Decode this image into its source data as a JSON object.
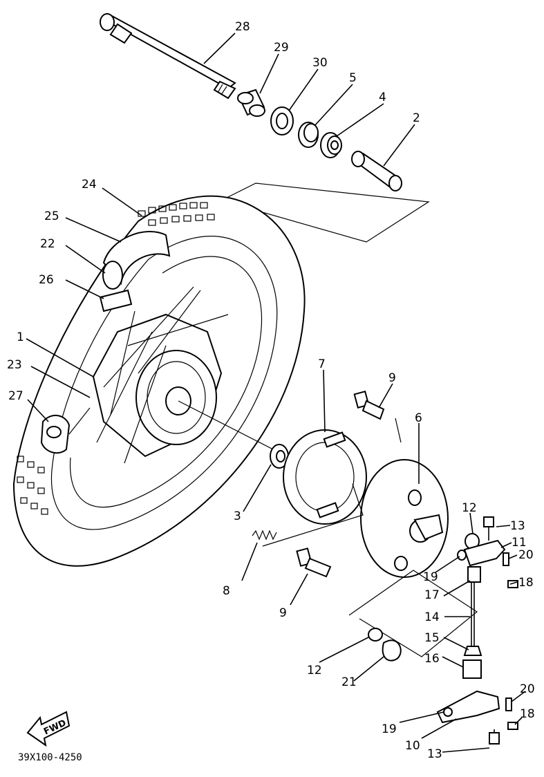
{
  "callouts": [
    "28",
    "29",
    "30",
    "5",
    "4",
    "2",
    "24",
    "25",
    "22",
    "26",
    "1",
    "23",
    "27",
    "7",
    "9",
    "6",
    "3",
    "12",
    "13",
    "11",
    "20",
    "19",
    "18",
    "17",
    "14",
    "8",
    "9",
    "15",
    "12",
    "16",
    "21",
    "20",
    "19",
    "18",
    "10",
    "13"
  ],
  "diagram_code": "39X100-4250",
  "fwd_label": "FWD"
}
